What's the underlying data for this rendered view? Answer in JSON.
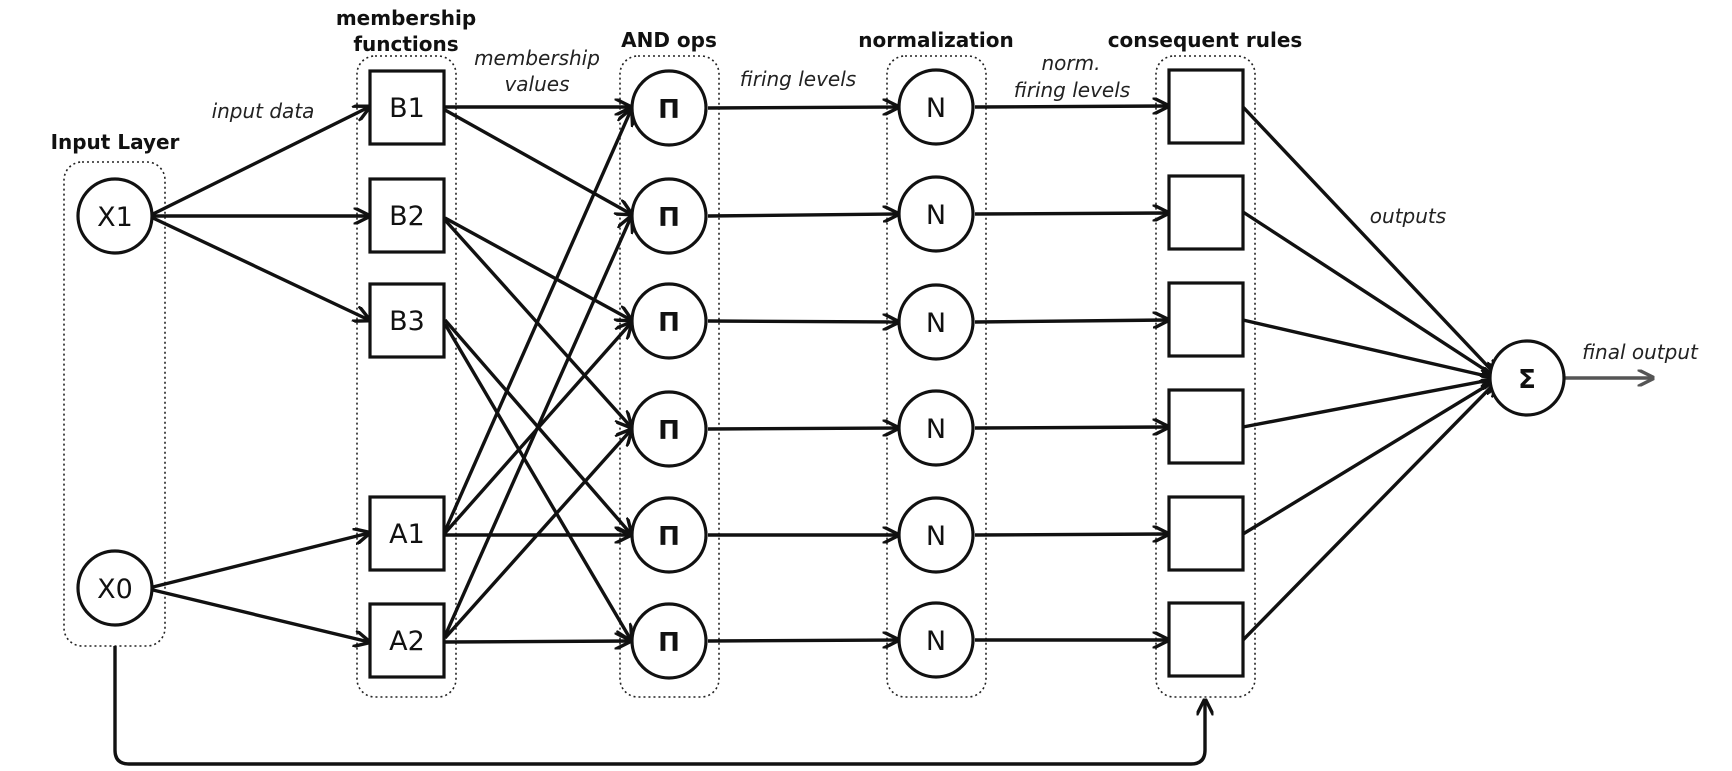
{
  "titles": {
    "input_layer": "Input Layer",
    "membership_functions_1": "membership",
    "membership_functions_2": "functions",
    "and_ops": "AND ops",
    "normalization": "normalization",
    "consequent_rules": "consequent rules"
  },
  "edge_labels": {
    "input_data": "input data",
    "membership_values_1": "membership",
    "membership_values_2": "values",
    "firing_levels": "firing levels",
    "norm_firing_levels_1": "norm.",
    "norm_firing_levels_2": "firing levels",
    "outputs": "outputs",
    "final_output": "final output"
  },
  "inputs": [
    "X1",
    "X0"
  ],
  "membership": [
    "B1",
    "B2",
    "B3",
    "A1",
    "A2"
  ],
  "and_symbol": "Π",
  "norm_symbol": "N",
  "sum_symbol": "Σ",
  "and_node_count": 6,
  "norm_node_count": 6,
  "rule_node_count": 6
}
